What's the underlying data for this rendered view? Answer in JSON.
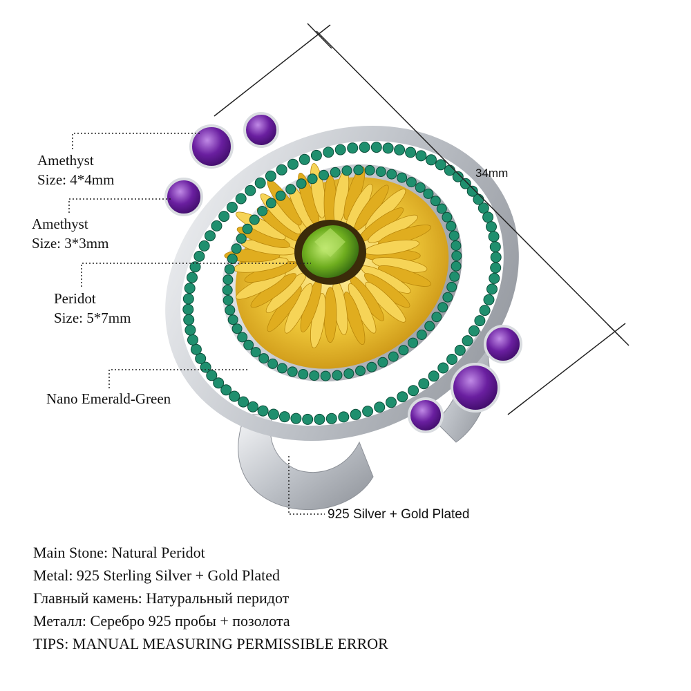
{
  "callouts": {
    "amethyst_large": {
      "name": "Amethyst",
      "size": "Size: 4*4mm"
    },
    "amethyst_small": {
      "name": "Amethyst",
      "size": "Size: 3*3mm"
    },
    "peridot": {
      "name": "Peridot",
      "size": "Size: 5*7mm"
    },
    "nano": {
      "name": "Nano Emerald-Green"
    },
    "metal": {
      "name": "925 Silver + Gold Plated"
    }
  },
  "dimension": {
    "length": "34mm"
  },
  "info_lines": [
    "Main Stone: Natural Peridot",
    "Metal: 925 Sterling Silver + Gold Plated",
    "Главный камень: Натуральный перидот",
    "Металл: Серебро 925 пробы + позолота",
    "TIPS: MANUAL MEASURING PERMISSIBLE ERROR"
  ],
  "colors": {
    "amethyst": "#6a1fa0",
    "emerald": "#1f8f6e",
    "peridot": "#6fae1f",
    "gold": "#e8b820",
    "silver": "#c9ccd2"
  },
  "icons": {
    "product": "sunflower-ring-image"
  }
}
